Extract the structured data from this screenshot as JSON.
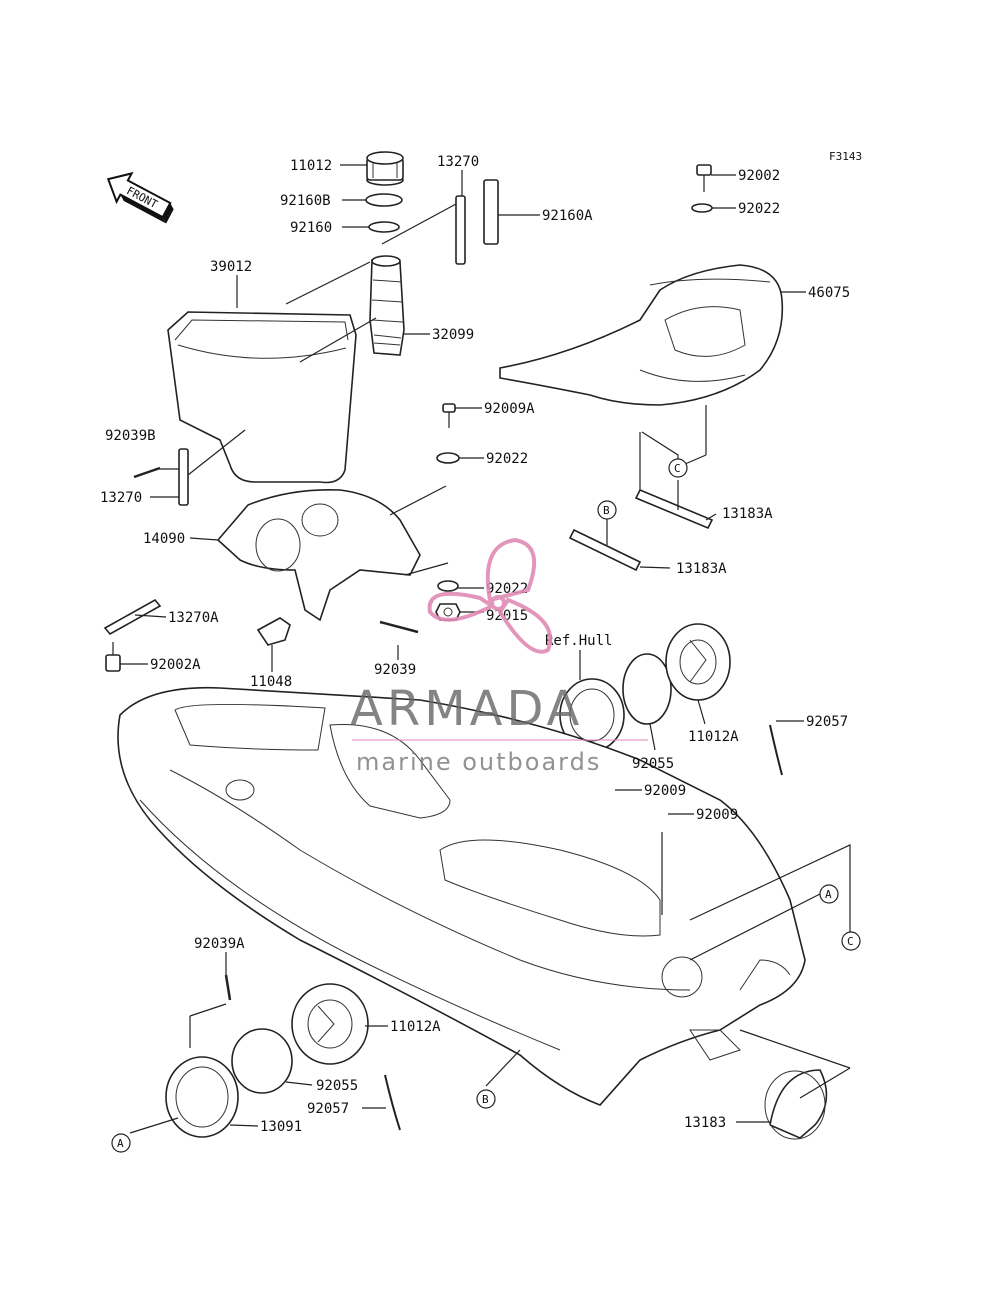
{
  "diagram": {
    "code": "F3143",
    "front_label": "FRONT",
    "ref_hull": "Ref.Hull",
    "watermark": {
      "brand": "ARMADA",
      "tagline": "marine outboards",
      "color": "#e08bb5"
    },
    "parts": [
      {
        "id": "p11012",
        "label": "11012"
      },
      {
        "id": "p92160B",
        "label": "92160B"
      },
      {
        "id": "p92160",
        "label": "92160"
      },
      {
        "id": "p13270top",
        "label": "13270"
      },
      {
        "id": "p92160A",
        "label": "92160A"
      },
      {
        "id": "p39012",
        "label": "39012"
      },
      {
        "id": "p32099",
        "label": "32099"
      },
      {
        "id": "p92002",
        "label": "92002"
      },
      {
        "id": "p92022top",
        "label": "92022"
      },
      {
        "id": "p46075",
        "label": "46075"
      },
      {
        "id": "p92009A",
        "label": "92009A"
      },
      {
        "id": "p92039B",
        "label": "92039B"
      },
      {
        "id": "p92022mid",
        "label": "92022"
      },
      {
        "id": "p13270left",
        "label": "13270"
      },
      {
        "id": "p14090",
        "label": "14090"
      },
      {
        "id": "p13183Atop",
        "label": "13183A"
      },
      {
        "id": "p13183Amid",
        "label": "13183A"
      },
      {
        "id": "p92022low",
        "label": "92022"
      },
      {
        "id": "p92015",
        "label": "92015"
      },
      {
        "id": "p13270A",
        "label": "13270A"
      },
      {
        "id": "p92002A",
        "label": "92002A"
      },
      {
        "id": "p92039",
        "label": "92039"
      },
      {
        "id": "p11048",
        "label": "11048"
      },
      {
        "id": "p11012Aright",
        "label": "11012A"
      },
      {
        "id": "p92057right",
        "label": "92057"
      },
      {
        "id": "p92055right",
        "label": "92055"
      },
      {
        "id": "p92009a",
        "label": "92009"
      },
      {
        "id": "p92009b",
        "label": "92009"
      },
      {
        "id": "p92039A",
        "label": "92039A"
      },
      {
        "id": "p11012Aleft",
        "label": "11012A"
      },
      {
        "id": "p92055left",
        "label": "92055"
      },
      {
        "id": "p92057left",
        "label": "92057"
      },
      {
        "id": "p13091",
        "label": "13091"
      },
      {
        "id": "p13183",
        "label": "13183"
      }
    ],
    "refs": [
      {
        "id": "refC1",
        "label": "C"
      },
      {
        "id": "refB1",
        "label": "B"
      },
      {
        "id": "refA1",
        "label": "A"
      },
      {
        "id": "refC2",
        "label": "C"
      },
      {
        "id": "refB2",
        "label": "B"
      },
      {
        "id": "refA2",
        "label": "A"
      }
    ]
  }
}
